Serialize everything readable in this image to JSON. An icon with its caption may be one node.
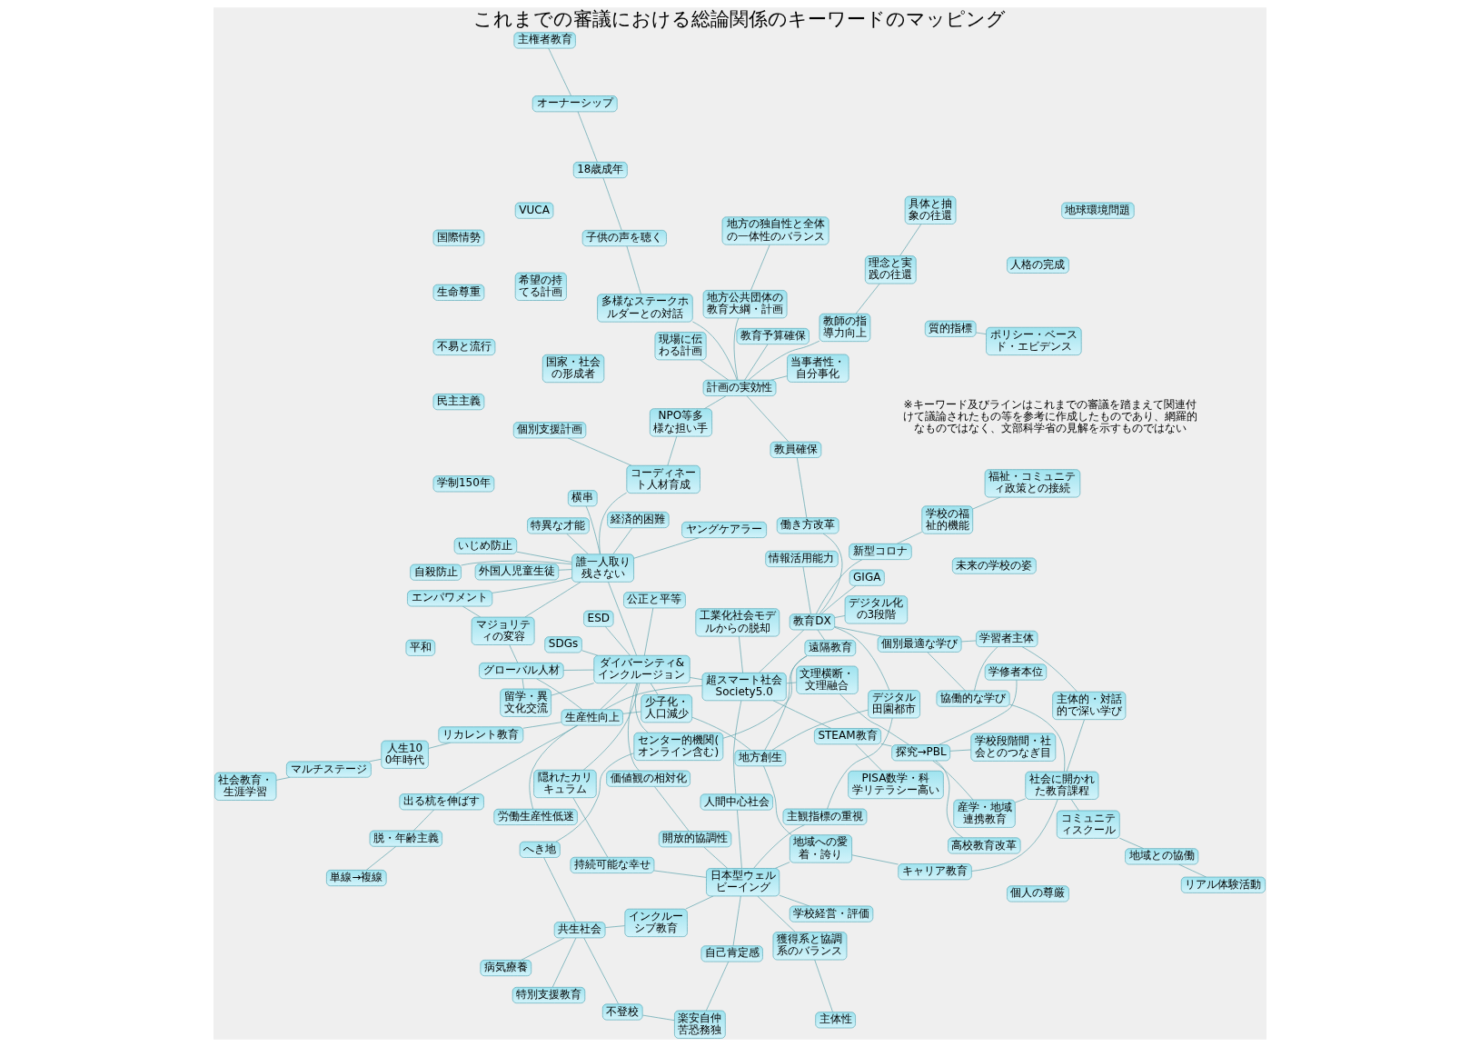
{
  "diagram": {
    "title": "これまでの審議における総論関係のキーワードのマッピング",
    "nodes": [
      {
        "text": [
          "人格の完成"
        ]
      },
      {
        "text": [
          "国家・社会の形成者"
        ]
      },
      {
        "text": [
          "不易と流行"
        ]
      },
      {
        "text": [
          "学制150年"
        ]
      },
      {
        "text": [
          "希望の持てる計画"
        ]
      },
      {
        "text": [
          "未来の学校の姿"
        ]
      },
      {
        "text": [
          "新型コロナ"
        ]
      },
      {
        "text": [
          "主観指標の重視"
        ]
      },
      {
        "text": [
          "獲得系と協調系のバランス"
        ]
      },
      {
        "text": [
          "主体性"
        ]
      },
      {
        "text": [
          "学校の福祉的機能"
        ]
      },
      {
        "text": [
          "自己肯定感"
        ]
      },
      {
        "text": [
          "楽安自仲苦恐務独"
        ]
      },
      {
        "text": [
          "デジタル化の3段階"
        ]
      },
      {
        "text": [
          "学校経営・評価"
        ]
      },
      {
        "text": [
          "日本型ウェルビーイング"
        ]
      },
      {
        "text": [
          "インクルーシブ教育"
        ]
      },
      {
        "text": [
          "不登校"
        ]
      },
      {
        "text": [
          "GIGA"
        ]
      },
      {
        "text": [
          "教育DX"
        ]
      },
      {
        "text": [
          "デジタル田園都市"
        ]
      },
      {
        "text": [
          "開放的協調性"
        ]
      },
      {
        "text": [
          "価値観の相対化"
        ]
      },
      {
        "text": [
          "特別支援教育"
        ]
      },
      {
        "text": [
          "福祉・コミュニティ政策との接続"
        ]
      },
      {
        "text": [
          "持続可能な幸せ"
        ]
      },
      {
        "text": [
          "センター的機関(オンライン含む)"
        ]
      },
      {
        "text": [
          "へき地"
        ]
      },
      {
        "text": [
          "病気療養"
        ]
      },
      {
        "text": [
          "共生社会"
        ]
      },
      {
        "text": [
          "働き方改革"
        ]
      },
      {
        "text": [
          "遠隔教育"
        ]
      },
      {
        "text": [
          "ESD"
        ]
      },
      {
        "text": [
          "外国人児童生徒"
        ]
      },
      {
        "text": [
          "誰一人取り残さない"
        ]
      },
      {
        "text": [
          "経済的困難"
        ]
      },
      {
        "text": [
          "情報活用能力"
        ]
      },
      {
        "text": [
          "人間中心社会"
        ]
      },
      {
        "text": [
          "隠れたカリキュラム"
        ]
      },
      {
        "text": [
          "主体的・対話的で深い学び"
        ]
      },
      {
        "text": [
          "個別最適な学び"
        ]
      },
      {
        "text": [
          "地方創生"
        ]
      },
      {
        "text": [
          "工業化社会モデルからの脱却"
        ]
      },
      {
        "text": [
          "SDGs"
        ]
      },
      {
        "text": [
          "ダイバーシティ&インクルージョン"
        ]
      },
      {
        "text": [
          "エンパワメント"
        ]
      },
      {
        "text": [
          "いじめ防止"
        ]
      },
      {
        "text": [
          "学習者主体"
        ]
      },
      {
        "text": [
          "自殺防止"
        ]
      },
      {
        "text": [
          "少子化・人口減少"
        ]
      },
      {
        "text": [
          "地域への愛着・誇り"
        ]
      },
      {
        "text": [
          "超スマート社会",
          "Society5.0"
        ]
      },
      {
        "text": [
          "公正と平等"
        ]
      },
      {
        "text": [
          "マジョリティの変容"
        ]
      },
      {
        "text": [
          "協働的な学び"
        ]
      },
      {
        "text": [
          "具体と抽象の往還"
        ]
      },
      {
        "text": [
          "文理横断・文理融合"
        ]
      },
      {
        "text": [
          "ヤングケアラー"
        ]
      },
      {
        "text": [
          "キャリア教育"
        ]
      },
      {
        "text": [
          "特異な才能"
        ]
      },
      {
        "text": [
          "横串"
        ]
      },
      {
        "text": [
          "STEAM教育"
        ]
      },
      {
        "text": [
          "生産性向上"
        ]
      },
      {
        "text": [
          "グローバル人材"
        ]
      },
      {
        "text": [
          "社会に開かれた教育課程"
        ]
      },
      {
        "text": [
          "理念と実践の往還"
        ]
      },
      {
        "text": [
          "留学・異文化交流"
        ]
      },
      {
        "text": [
          "コーディネート人材育成"
        ]
      },
      {
        "text": [
          "個別支援計画"
        ]
      },
      {
        "text": [
          "産学・地域連携教育"
        ]
      },
      {
        "text": [
          "探究→PBL"
        ]
      },
      {
        "text": [
          "PISA数学・科学リテラシー高い"
        ]
      },
      {
        "text": [
          "労働生産性低迷"
        ]
      },
      {
        "text": [
          "リカレント教育"
        ]
      },
      {
        "text": [
          "コミュニティスクール"
        ]
      },
      {
        "text": [
          "マルチステージ"
        ]
      },
      {
        "text": [
          "NPO等多様な担い手"
        ]
      },
      {
        "text": [
          "学修者本位"
        ]
      },
      {
        "text": [
          "教師の指導力向上"
        ]
      },
      {
        "text": [
          "地域との協働"
        ]
      },
      {
        "text": [
          "高校教育改革"
        ]
      },
      {
        "text": [
          "出る杭を伸ばす"
        ]
      },
      {
        "text": [
          "社会教育・生涯学習"
        ]
      },
      {
        "text": [
          "単線→複線"
        ]
      },
      {
        "text": [
          "現場に伝わる計画"
        ]
      },
      {
        "text": [
          "教員確保"
        ]
      },
      {
        "text": [
          "リアル体験活動"
        ]
      },
      {
        "text": [
          "人生100年時代"
        ]
      },
      {
        "text": [
          "質的指標"
        ]
      },
      {
        "text": [
          "ポリシー・ベースド・エビデンス"
        ]
      },
      {
        "text": [
          "学校段階間・社会とのつなぎ目"
        ]
      },
      {
        "text": [
          "計画の実効性"
        ]
      },
      {
        "text": [
          "多様なステークホルダーとの対話"
        ]
      },
      {
        "text": [
          "脱・年齢主義"
        ]
      },
      {
        "text": [
          "主権者教育"
        ]
      },
      {
        "text": [
          "VUCA"
        ]
      },
      {
        "text": [
          "地球環境問題"
        ]
      },
      {
        "text": [
          "国際情勢"
        ]
      },
      {
        "text": [
          "地方公共団体の教育大綱・計画"
        ]
      },
      {
        "text": [
          "教育予算確保"
        ]
      },
      {
        "text": [
          "子供の声を聴く"
        ]
      },
      {
        "text": [
          "18歳成年"
        ]
      },
      {
        "text": [
          "オーナーシップ"
        ]
      },
      {
        "text": [
          "生命尊重"
        ]
      },
      {
        "text": [
          "民主主義"
        ]
      },
      {
        "text": [
          "平和"
        ]
      },
      {
        "text": [
          "個人の尊厳"
        ]
      },
      {
        "text": [
          "当事者性・自分事化"
        ]
      },
      {
        "text": [
          "地方の独自性と全体の一体性のバランス"
        ]
      }
    ],
    "edges": [
      {
        "from": 6,
        "to": 19,
        "arrow": "none"
      },
      {
        "from": 6,
        "to": 10,
        "arrow": "none"
      },
      {
        "from": 10,
        "to": 24,
        "arrow": "none"
      },
      {
        "from": 13,
        "to": 19,
        "arrow": "none"
      },
      {
        "from": 18,
        "to": 19,
        "arrow": "none"
      },
      {
        "from": 19,
        "to": 20,
        "arrow": "none"
      },
      {
        "from": 19,
        "to": 30,
        "arrow": "none"
      },
      {
        "from": 19,
        "to": 36,
        "arrow": "none"
      },
      {
        "from": 19,
        "to": 40,
        "arrow": "none"
      },
      {
        "from": 19,
        "to": 31,
        "arrow": "none"
      },
      {
        "from": 19,
        "to": 51,
        "arrow": "none"
      },
      {
        "from": 7,
        "to": 20,
        "arrow": "none"
      },
      {
        "from": 7,
        "to": 15,
        "arrow": "none"
      },
      {
        "from": 8,
        "to": 9,
        "arrow": "none"
      },
      {
        "from": 8,
        "to": 15,
        "arrow": "none"
      },
      {
        "from": 14,
        "to": 15,
        "arrow": "none"
      },
      {
        "from": 15,
        "to": 11,
        "arrow": "none"
      },
      {
        "from": 15,
        "to": 16,
        "arrow": "none"
      },
      {
        "from": 15,
        "to": 21,
        "arrow": "none"
      },
      {
        "from": 15,
        "to": 25,
        "arrow": "none"
      },
      {
        "from": 15,
        "to": 37,
        "arrow": "none"
      },
      {
        "from": 37,
        "to": 51,
        "arrow": "none"
      },
      {
        "from": 15,
        "to": 50,
        "arrow": "none"
      },
      {
        "from": 11,
        "to": 12,
        "arrow": "none"
      },
      {
        "from": 12,
        "to": 17,
        "arrow": "none"
      },
      {
        "from": 16,
        "to": 29,
        "arrow": "none"
      },
      {
        "from": 17,
        "to": 29,
        "arrow": "none"
      },
      {
        "from": 23,
        "to": 29,
        "arrow": "none"
      },
      {
        "from": 28,
        "to": 29,
        "arrow": "none"
      },
      {
        "from": 27,
        "to": 29,
        "arrow": "none"
      },
      {
        "from": 21,
        "to": 22,
        "arrow": "none"
      },
      {
        "from": 22,
        "to": 44,
        "arrow": "none"
      },
      {
        "from": 25,
        "to": 38,
        "arrow": "none"
      },
      {
        "from": 31,
        "to": 26,
        "arrow": "none"
      },
      {
        "from": 31,
        "to": 41,
        "arrow": "none"
      },
      {
        "from": 26,
        "to": 27,
        "arrow": "none"
      },
      {
        "from": 26,
        "to": 44,
        "arrow": "none"
      },
      {
        "from": 33,
        "to": 34,
        "arrow": "none"
      },
      {
        "from": 34,
        "to": 35,
        "arrow": "none"
      },
      {
        "from": 34,
        "to": 46,
        "arrow": "none"
      },
      {
        "from": 34,
        "to": 48,
        "arrow": "none"
      },
      {
        "from": 34,
        "to": 57,
        "arrow": "none"
      },
      {
        "from": 34,
        "to": 60,
        "arrow": "none"
      },
      {
        "from": 34,
        "to": 59,
        "arrow": "none"
      },
      {
        "from": 34,
        "to": 45,
        "arrow": "none"
      },
      {
        "from": 34,
        "to": 44,
        "arrow": "none"
      },
      {
        "from": 34,
        "to": 53,
        "arrow": "none"
      },
      {
        "from": 34,
        "to": 67,
        "arrow": "none"
      },
      {
        "from": 38,
        "to": 44,
        "arrow": "none"
      },
      {
        "from": 32,
        "to": 44,
        "arrow": "none"
      },
      {
        "from": 43,
        "to": 44,
        "arrow": "none"
      },
      {
        "from": 44,
        "to": 51,
        "arrow": "none"
      },
      {
        "from": 44,
        "to": 52,
        "arrow": "none"
      },
      {
        "from": 44,
        "to": 62,
        "arrow": "none"
      },
      {
        "from": 44,
        "to": 49,
        "arrow": "none"
      },
      {
        "from": 44,
        "to": 63,
        "arrow": "none"
      },
      {
        "from": 44,
        "to": 66,
        "arrow": "none"
      },
      {
        "from": 53,
        "to": 63,
        "arrow": "none"
      },
      {
        "from": 45,
        "to": 53,
        "arrow": "none"
      },
      {
        "from": 20,
        "to": 41,
        "arrow": "none"
      },
      {
        "from": 41,
        "to": 50,
        "arrow": "none"
      },
      {
        "from": 50,
        "to": 58,
        "arrow": "none"
      },
      {
        "from": 41,
        "to": 49,
        "arrow": "none"
      },
      {
        "from": 39,
        "to": 47,
        "arrow": "none"
      },
      {
        "from": 40,
        "to": 47,
        "arrow": "none"
      },
      {
        "from": 39,
        "to": 64,
        "arrow": "none"
      },
      {
        "from": 47,
        "to": 54,
        "arrow": "none"
      },
      {
        "from": 40,
        "to": 54,
        "arrow": "none"
      },
      {
        "from": 54,
        "to": 64,
        "arrow": "none"
      },
      {
        "from": 30,
        "to": 85,
        "arrow": "none"
      },
      {
        "from": 55,
        "to": 65,
        "arrow": "none"
      },
      {
        "from": 65,
        "to": 78,
        "arrow": "none"
      },
      {
        "from": 78,
        "to": 91,
        "arrow": "none"
      },
      {
        "from": 85,
        "to": 91,
        "arrow": "none"
      },
      {
        "from": 84,
        "to": 91,
        "arrow": "none"
      },
      {
        "from": 91,
        "to": 98,
        "arrow": "none"
      },
      {
        "from": 91,
        "to": 99,
        "arrow": "none"
      },
      {
        "from": 91,
        "to": 107,
        "arrow": "none"
      },
      {
        "from": 91,
        "to": 92,
        "arrow": "none"
      },
      {
        "from": 91,
        "to": 76,
        "arrow": "none"
      },
      {
        "from": 98,
        "to": 108,
        "arrow": "none"
      },
      {
        "from": 64,
        "to": 58,
        "arrow": "none"
      },
      {
        "from": 64,
        "to": 69,
        "arrow": "none"
      },
      {
        "from": 64,
        "to": 74,
        "arrow": "none"
      },
      {
        "from": 74,
        "to": 79,
        "arrow": "none"
      },
      {
        "from": 79,
        "to": 86,
        "arrow": "none"
      },
      {
        "from": 69,
        "to": 70,
        "arrow": "none"
      },
      {
        "from": 56,
        "to": 70,
        "arrow": "none"
      },
      {
        "from": 56,
        "to": 51,
        "arrow": "none"
      },
      {
        "from": 70,
        "to": 61,
        "arrow": "none"
      },
      {
        "from": 70,
        "to": 80,
        "arrow": "none"
      },
      {
        "from": 70,
        "to": 77,
        "arrow": "none"
      },
      {
        "from": 70,
        "to": 90,
        "arrow": "none"
      },
      {
        "from": 61,
        "to": 51,
        "arrow": "none"
      },
      {
        "from": 61,
        "to": 71,
        "arrow": "none"
      },
      {
        "from": 51,
        "to": 62,
        "arrow": "none"
      },
      {
        "from": 49,
        "to": 62,
        "arrow": "none"
      },
      {
        "from": 62,
        "to": 72,
        "arrow": "none"
      },
      {
        "from": 62,
        "to": 63,
        "arrow": "none"
      },
      {
        "from": 62,
        "to": 73,
        "arrow": "none"
      },
      {
        "from": 62,
        "to": 81,
        "arrow": "none"
      },
      {
        "from": 73,
        "to": 87,
        "arrow": "none"
      },
      {
        "from": 75,
        "to": 87,
        "arrow": "none"
      },
      {
        "from": 75,
        "to": 82,
        "arrow": "none"
      },
      {
        "from": 63,
        "to": 66,
        "arrow": "none"
      },
      {
        "from": 67,
        "to": 68,
        "arrow": "none"
      },
      {
        "from": 67,
        "to": 76,
        "arrow": "none"
      },
      {
        "from": 88,
        "to": 89,
        "arrow": "none"
      },
      {
        "from": 83,
        "to": 93,
        "arrow": "none"
      },
      {
        "from": 81,
        "to": 93,
        "arrow": "none"
      },
      {
        "from": 92,
        "to": 100,
        "arrow": "none"
      },
      {
        "from": 100,
        "to": 101,
        "arrow": "none"
      },
      {
        "from": 101,
        "to": 102,
        "arrow": "none"
      },
      {
        "from": 102,
        "to": 94,
        "arrow": "none"
      },
      {
        "from": 42,
        "to": 51,
        "arrow": "none"
      }
    ],
    "labels": [
      "※キーワード及びラインはこれまでの審議を踏まえて関連付けて議論されたもの等を参考に作成したものであり、網羅的なものではなく、文部科学省の見解を示すものではない"
    ]
  }
}
